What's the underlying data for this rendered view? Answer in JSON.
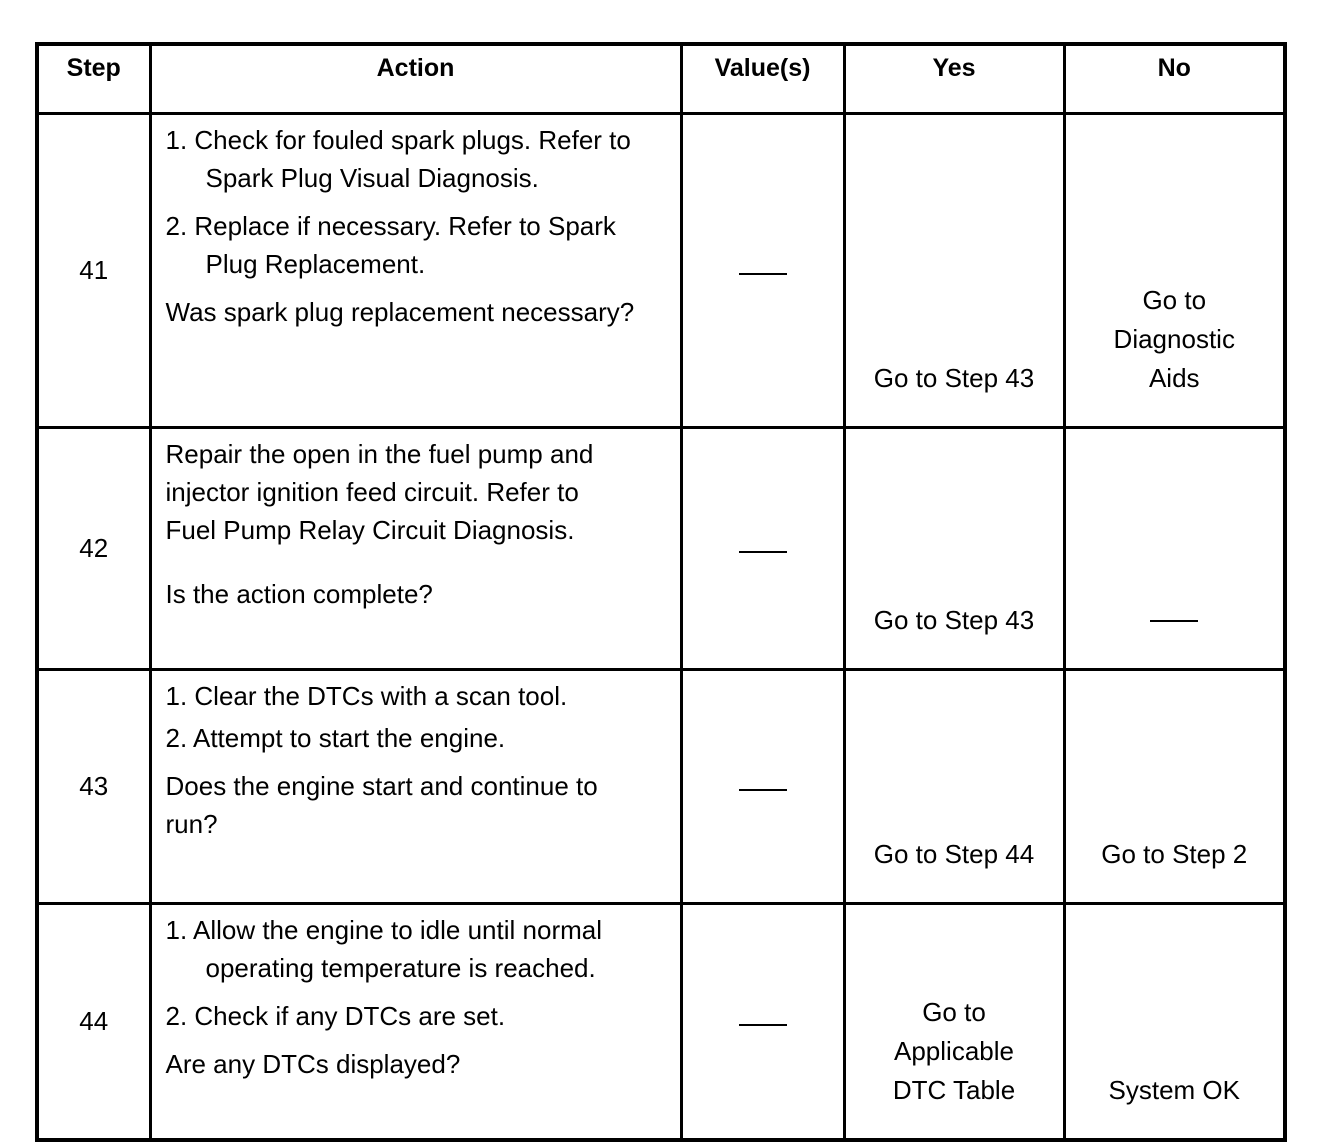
{
  "headers": {
    "step": "Step",
    "action": "Action",
    "values": "Value(s)",
    "yes": "Yes",
    "no": "No"
  },
  "rows": [
    {
      "step": "41",
      "action": {
        "item1": "1. Check for fouled spark plugs. Refer to Spark Plug Visual Diagnosis.",
        "item2": "2. Replace if necessary. Refer to Spark Plug Replacement.",
        "question": "Was spark plug replacement necessary?"
      },
      "value": "",
      "yes": "Go to Step  43",
      "no": "Go to Diagnostic Aids"
    },
    {
      "step": "42",
      "action": {
        "text": "Repair the open in the fuel pump and injector ignition feed circuit. Refer to Fuel Pump Relay Circuit Diagnosis.",
        "question": "Is the action complete?"
      },
      "value": "",
      "yes": "Go to Step 43",
      "no": ""
    },
    {
      "step": "43",
      "action": {
        "item1": "1. Clear the DTCs with a scan tool.",
        "item2": "2. Attempt to start the engine.",
        "question": "Does the engine start and continue to run?"
      },
      "value": "",
      "yes": "Go to Step 44",
      "no": "Go to Step  2"
    },
    {
      "step": "44",
      "action": {
        "item1": "1. Allow the engine to idle until normal operating temperature is reached.",
        "item2": "2. Check if any DTCs are set.",
        "question": "Are any DTCs displayed?"
      },
      "value": "",
      "yes": "Go to Applicable DTC Table",
      "no": "System OK"
    }
  ]
}
